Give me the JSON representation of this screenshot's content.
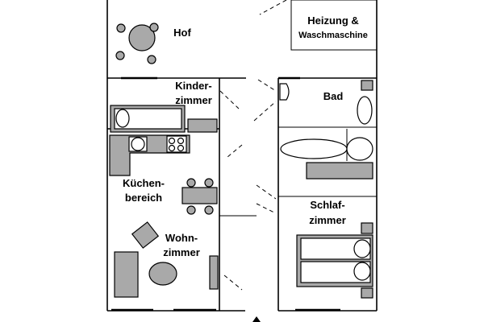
{
  "rooms": {
    "hof": "Hof",
    "heizung_line1": "Heizung &",
    "heizung_line2": "Waschmaschine",
    "kinder_line1": "Kinder-",
    "kinder_line2": "zimmer",
    "bad": "Bad",
    "kuechen_line1": "Küchen-",
    "kuechen_line2": "bereich",
    "schlaf_line1": "Schlaf-",
    "schlaf_line2": "zimmer",
    "wohn_line1": "Wohn-",
    "wohn_line2": "zimmer"
  },
  "colors": {
    "furniture": "#a9a9a9",
    "walls": "#000000",
    "background": "#ffffff"
  }
}
